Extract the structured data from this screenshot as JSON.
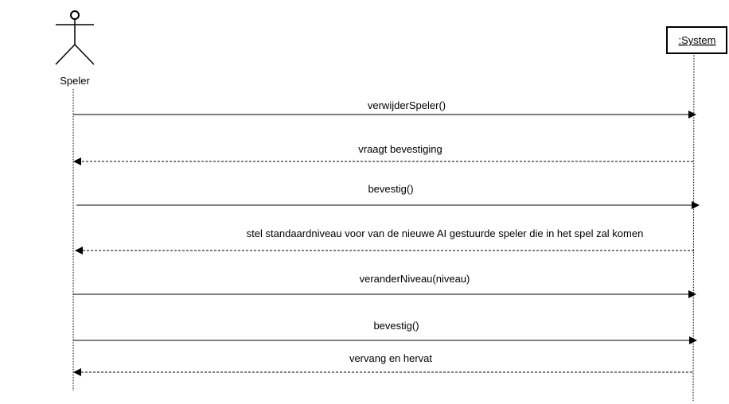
{
  "actors": {
    "speler": {
      "label": "Speler"
    },
    "system": {
      "label": ":System"
    }
  },
  "messages": [
    {
      "label": "verwijderSpeler()",
      "direction": "to-system",
      "style": "solid"
    },
    {
      "label": "vraagt bevestiging",
      "direction": "to-actor",
      "style": "dashed"
    },
    {
      "label": "bevestig()",
      "direction": "to-system",
      "style": "solid"
    },
    {
      "label": "stel standaardniveau voor van de nieuwe AI gestuurde speler die in het spel zal komen",
      "direction": "to-actor",
      "style": "dashed"
    },
    {
      "label": "veranderNiveau(niveau)",
      "direction": "to-system",
      "style": "solid"
    },
    {
      "label": "bevestig()",
      "direction": "to-system",
      "style": "solid"
    },
    {
      "label": "vervang en hervat",
      "direction": "to-actor",
      "style": "dashed"
    }
  ]
}
